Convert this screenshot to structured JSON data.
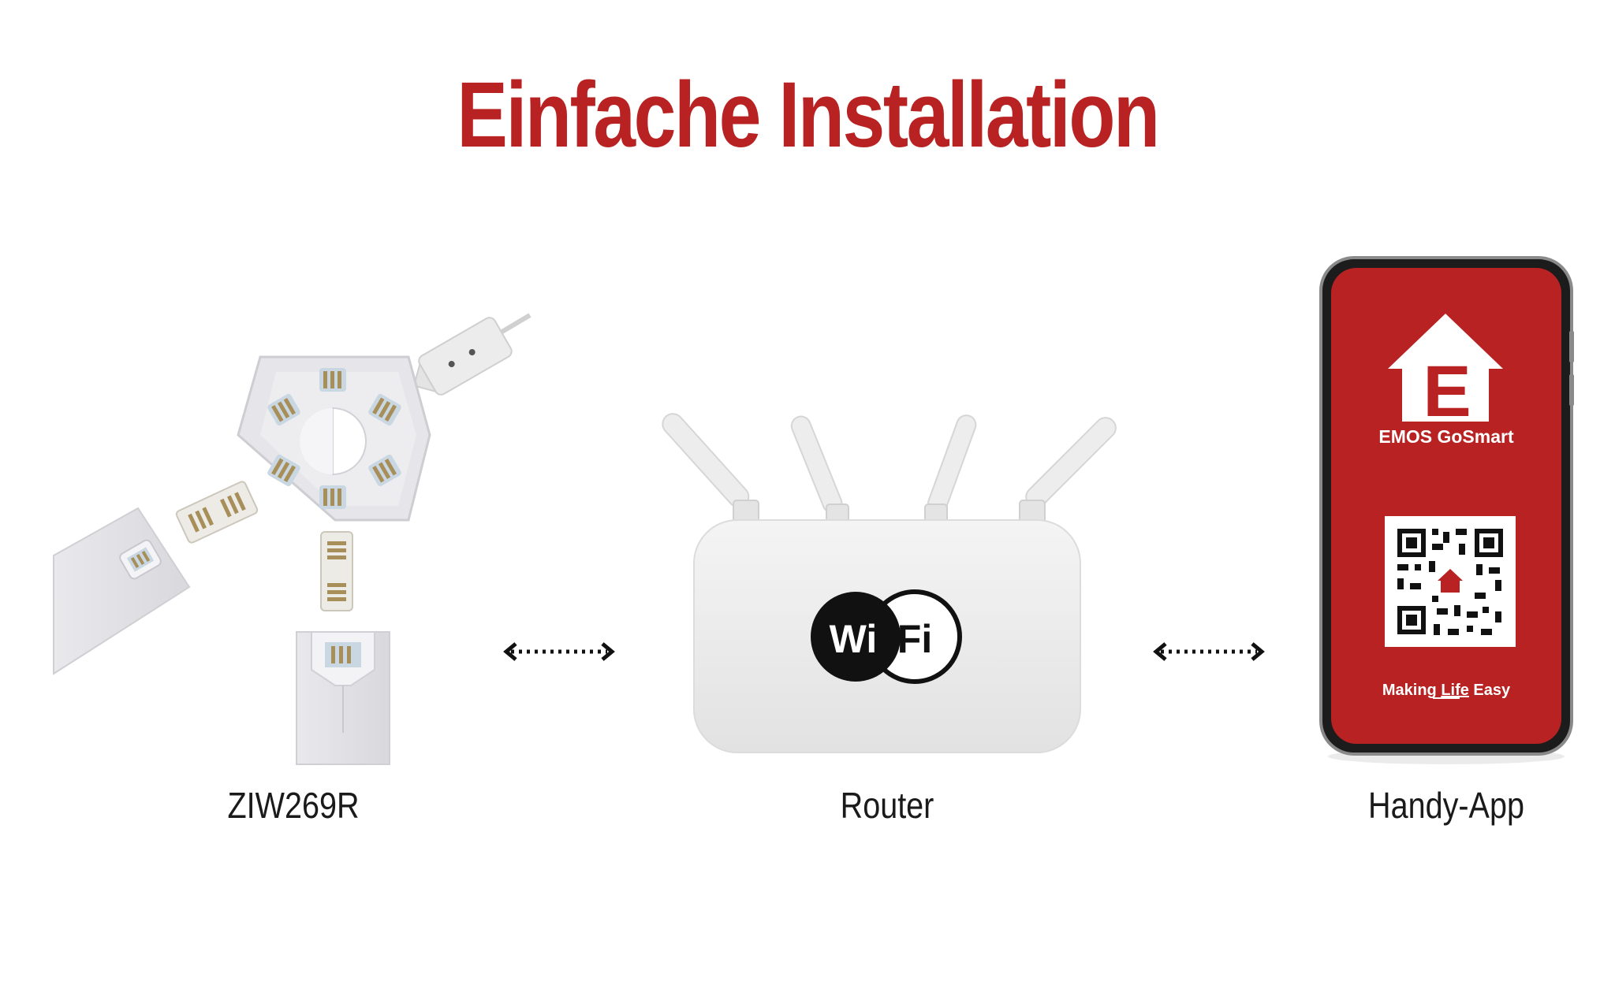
{
  "title": "Einfache Installation",
  "colors": {
    "accent": "#b92222",
    "text": "#1a1a1a",
    "background": "#ffffff"
  },
  "devices": {
    "light": {
      "label": "ZIW269R"
    },
    "router": {
      "label": "Router",
      "wifi_left": "Wi",
      "wifi_right": "Fi"
    },
    "phone": {
      "label": "Handy-App",
      "app_name": "EMOS GoSmart",
      "logo_letter": "E",
      "slogan_prefix": "Making ",
      "slogan_highlight": "Life",
      "slogan_suffix": " Easy"
    }
  },
  "connectors": [
    "double-arrow-icon",
    "double-arrow-icon"
  ]
}
